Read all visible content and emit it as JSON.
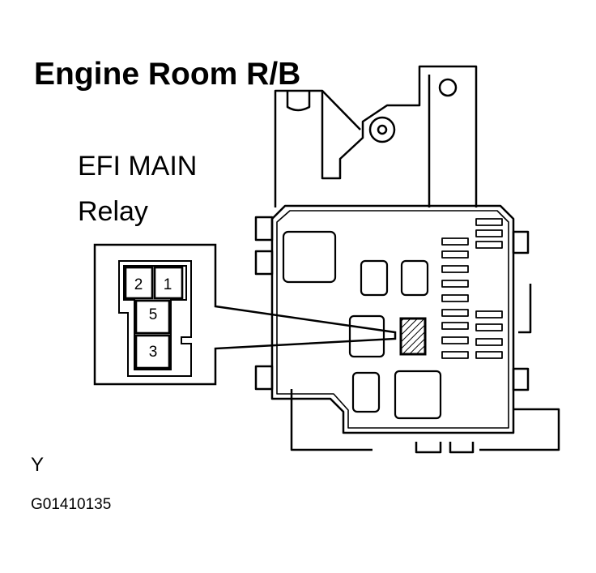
{
  "title": "Engine Room R/B",
  "relay": {
    "name_line1": "EFI MAIN",
    "name_line2": "Relay"
  },
  "connector": {
    "pins": [
      "2",
      "1",
      "5",
      "3"
    ]
  },
  "wire_color": "Y",
  "figure_code": "G01410135",
  "colors": {
    "line": "#000000",
    "background": "#ffffff"
  }
}
